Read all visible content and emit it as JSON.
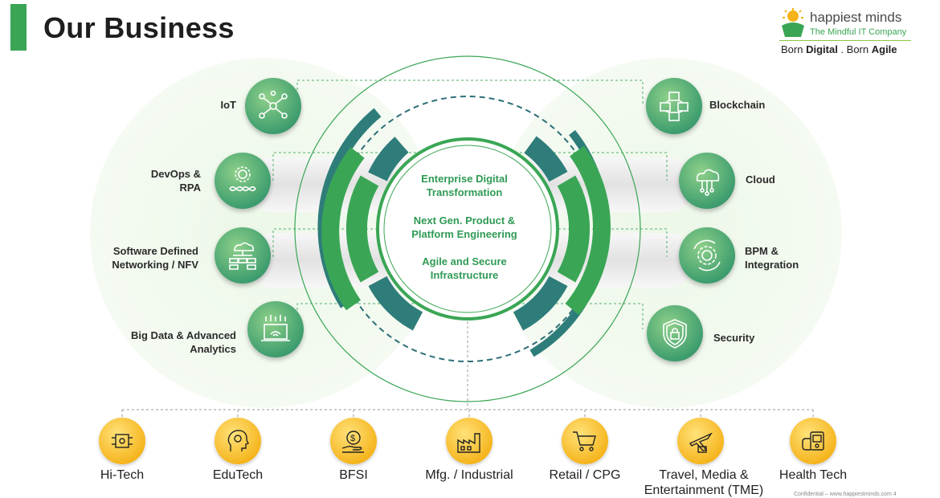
{
  "header": {
    "title": "Our Business"
  },
  "logo": {
    "name": "happiest minds",
    "tagline": "The Mindful IT Company",
    "slogan_part1": "Born ",
    "slogan_bold1": "Digital",
    "slogan_part2": " . Born ",
    "slogan_bold2": "Agile"
  },
  "center": {
    "line1": "Enterprise Digital",
    "line2": "Transformation",
    "line3": "Next Gen. Product &",
    "line4": "Platform Engineering",
    "line5": "Agile and Secure",
    "line6": "Infrastructure"
  },
  "left_services": [
    {
      "label1": "IoT",
      "label2": "",
      "icon": "iot-network-icon"
    },
    {
      "label1": "DevOps &",
      "label2": "RPA",
      "icon": "devops-gear-icon"
    },
    {
      "label1": "Software Defined",
      "label2": "Networking / NFV",
      "icon": "cloud-network-icon"
    },
    {
      "label1": "Big Data & Advanced",
      "label2": "Analytics",
      "icon": "laptop-analytics-icon"
    }
  ],
  "right_services": [
    {
      "label1": "Blockchain",
      "label2": "",
      "icon": "blockchain-cubes-icon"
    },
    {
      "label1": "Cloud",
      "label2": "",
      "icon": "cloud-icon"
    },
    {
      "label1": "BPM &",
      "label2": "Integration",
      "icon": "bpm-gear-icon"
    },
    {
      "label1": "Security",
      "label2": "",
      "icon": "shield-lock-icon"
    }
  ],
  "industries": [
    {
      "label1": "Hi-Tech",
      "label2": "",
      "icon": "hitech-chip-icon"
    },
    {
      "label1": "EduTech",
      "label2": "",
      "icon": "edutech-head-icon"
    },
    {
      "label1": "BFSI",
      "label2": "",
      "icon": "bfsi-money-icon"
    },
    {
      "label1": "Mfg. / Industrial",
      "label2": "",
      "icon": "factory-icon"
    },
    {
      "label1": "Retail / CPG",
      "label2": "",
      "icon": "shopping-cart-icon"
    },
    {
      "label1": "Travel, Media &",
      "label2": "Entertainment (TME)",
      "icon": "travel-plane-icon"
    },
    {
      "label1": "Health Tech",
      "label2": "",
      "icon": "health-device-icon"
    }
  ],
  "footer": {
    "text": "Confidential – www.happiestminds.com 4"
  },
  "colors": {
    "accent": "#3aa655",
    "teal": "#2e7d7a",
    "industry": "#f5b31a"
  }
}
